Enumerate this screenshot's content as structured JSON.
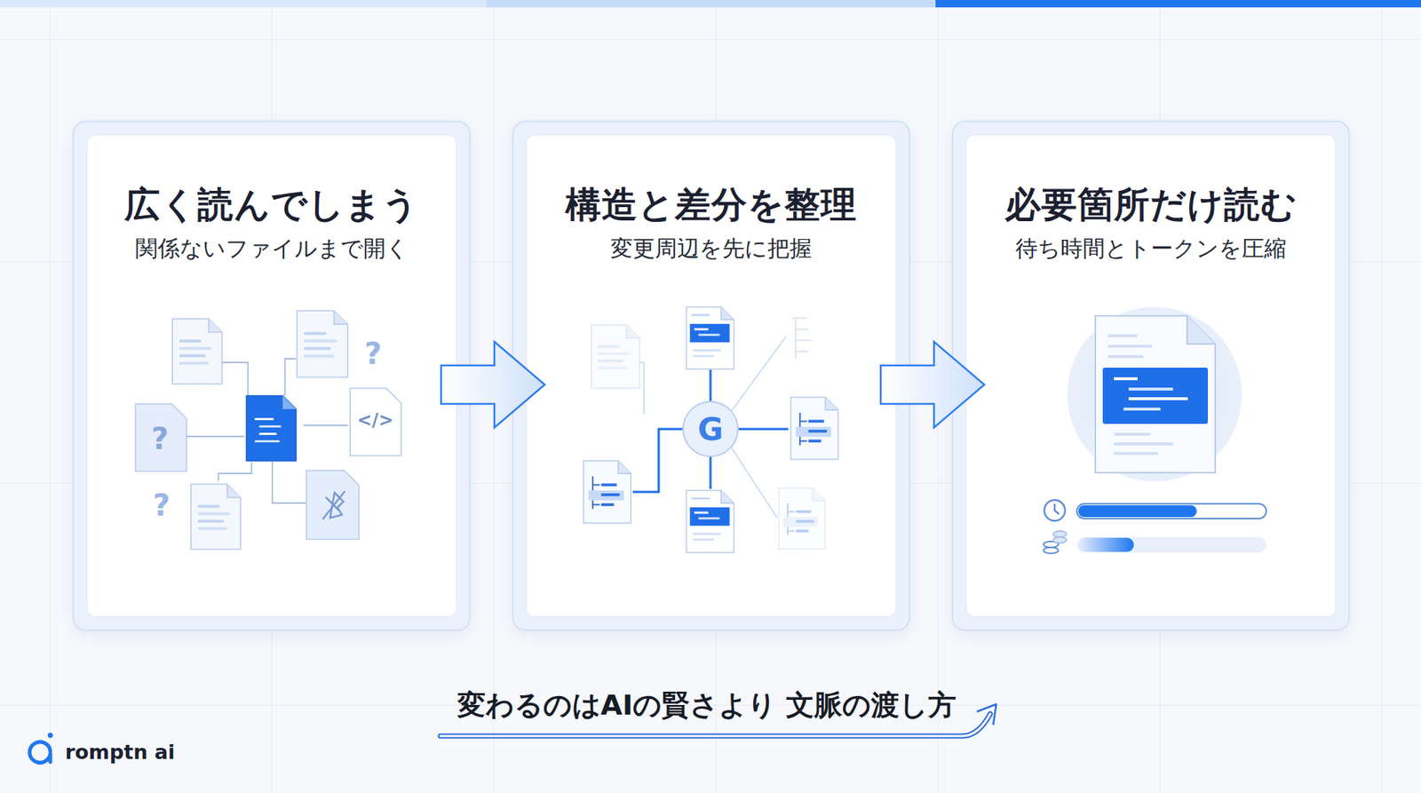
{
  "diagram": {
    "caption": "変わるのはAIの賢さより 文脈の渡し方",
    "nodes": [
      {
        "text": [
          "広く読んでしまう",
          "関係ないファイルまで開く"
        ]
      },
      {
        "text": [
          "構造と差分を整理",
          "変更周辺を先に把握"
        ]
      },
      {
        "text": [
          "必要箇所だけ読む",
          "待ち時間とトークンを圧縮"
        ]
      }
    ],
    "edges": [
      {
        "from": 0,
        "to": 1,
        "arrow": "to"
      },
      {
        "from": 1,
        "to": 2,
        "arrow": "to"
      }
    ],
    "labels": [
      "?",
      "?",
      "?",
      "</>",
      "G",
      "romptn ai"
    ]
  }
}
